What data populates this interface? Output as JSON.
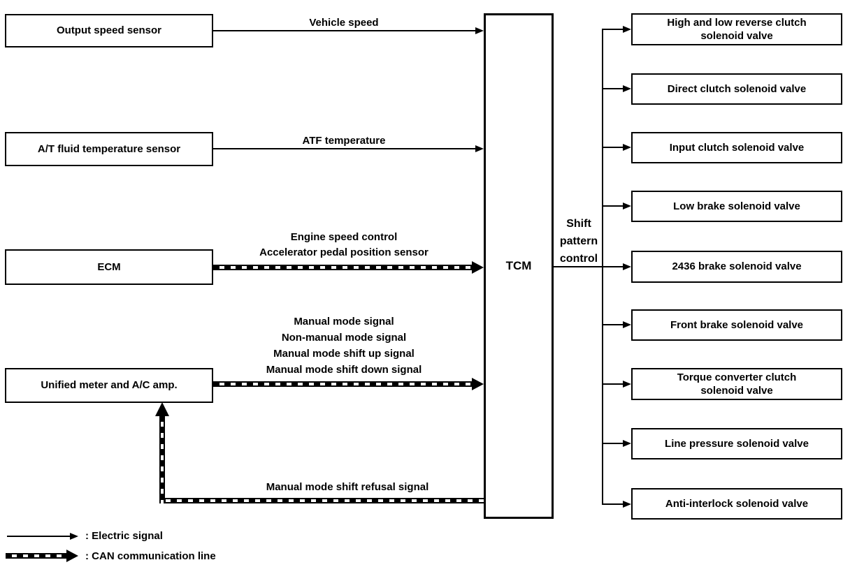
{
  "left_boxes": [
    {
      "label": "Output speed sensor"
    },
    {
      "label": "A/T fluid temperature sensor"
    },
    {
      "label": "ECM"
    },
    {
      "label": "Unified meter and A/C amp."
    }
  ],
  "tcm": {
    "label": "TCM"
  },
  "shift_pattern_label": "Shift\npattern\ncontrol",
  "signals": {
    "vehicle_speed": "Vehicle speed",
    "atf_temperature": "ATF temperature",
    "ecm_can": "Engine speed control\nAccelerator pedal position sensor",
    "meter_can": "Manual mode signal\nNon-manual mode signal\nManual mode shift up signal\nManual mode shift down signal",
    "refusal": "Manual mode shift refusal signal"
  },
  "right_boxes": [
    {
      "label": "High and low reverse clutch\nsolenoid valve"
    },
    {
      "label": "Direct clutch solenoid valve"
    },
    {
      "label": "Input clutch solenoid valve"
    },
    {
      "label": "Low brake solenoid valve"
    },
    {
      "label": "2436 brake solenoid valve"
    },
    {
      "label": "Front brake solenoid valve"
    },
    {
      "label": "Torque converter clutch\nsolenoid valve"
    },
    {
      "label": "Line pressure solenoid valve"
    },
    {
      "label": "Anti-interlock solenoid valve"
    }
  ],
  "legend": {
    "electric": ": Electric signal",
    "can": ": CAN communication line"
  },
  "colors": {
    "ink": "#000000",
    "background": "#ffffff"
  }
}
